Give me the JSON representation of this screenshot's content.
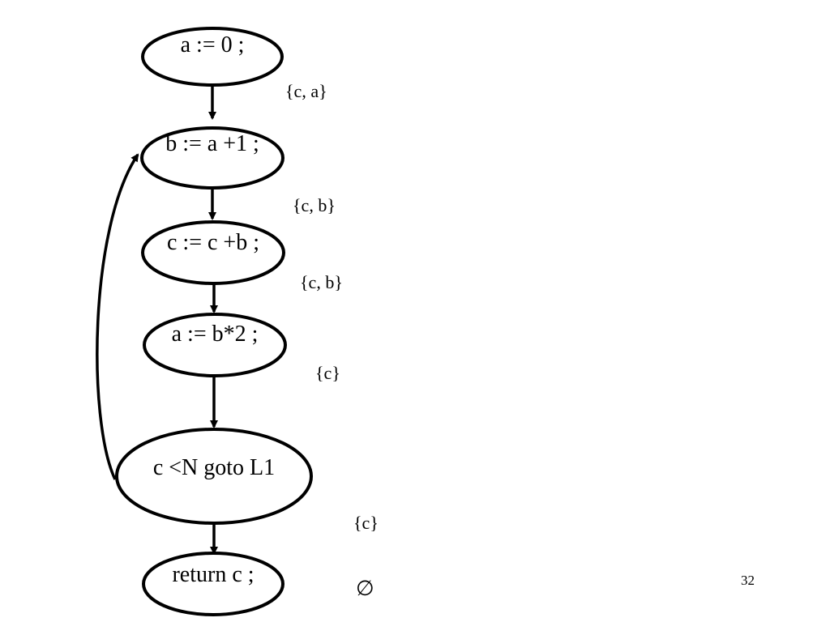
{
  "diagram": {
    "nodes": [
      {
        "id": "n1",
        "label": "a := 0 ;"
      },
      {
        "id": "n2",
        "label": "b := a +1 ;"
      },
      {
        "id": "n3",
        "label": "c := c +b ;"
      },
      {
        "id": "n4",
        "label": "a := b*2 ;"
      },
      {
        "id": "n5",
        "label": "c <N goto L1"
      },
      {
        "id": "n6",
        "label": "return c ;"
      }
    ],
    "edges": [
      {
        "from": "n1",
        "to": "n2"
      },
      {
        "from": "n2",
        "to": "n3"
      },
      {
        "from": "n3",
        "to": "n4"
      },
      {
        "from": "n4",
        "to": "n5"
      },
      {
        "from": "n5",
        "to": "n6"
      },
      {
        "from": "n5",
        "to": "n2",
        "kind": "back-edge"
      }
    ],
    "live_sets": [
      {
        "label": "{c, a}"
      },
      {
        "label": "{c, b}"
      },
      {
        "label": "{c, b}"
      },
      {
        "label": "{c}"
      },
      {
        "label": "{c}"
      },
      {
        "label": "∅"
      }
    ]
  },
  "footer": {
    "page_number": "32"
  }
}
